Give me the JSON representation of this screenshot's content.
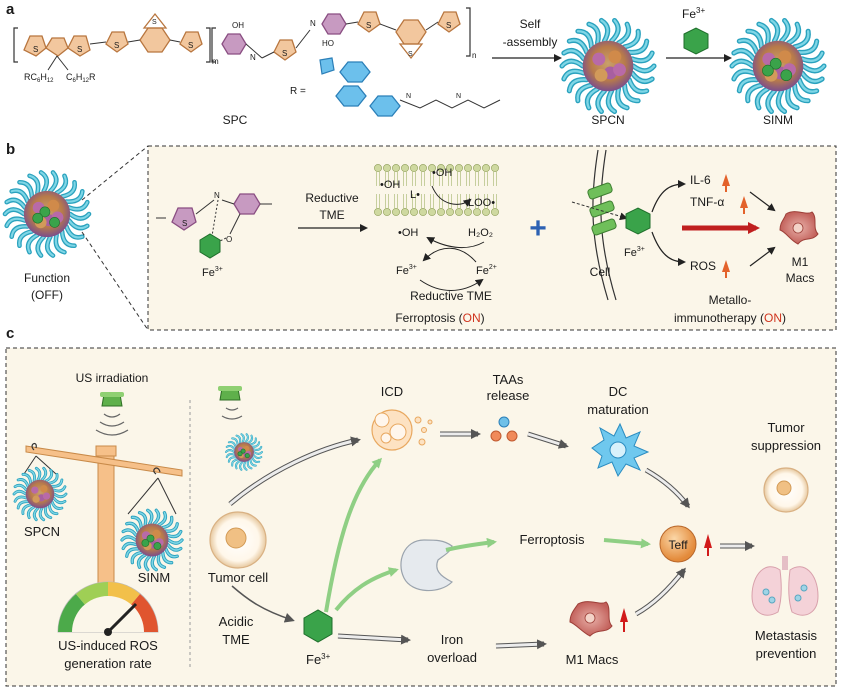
{
  "panel_a": {
    "label": "a",
    "polymer_name": "SPC",
    "r_side_left": "RC",
    "r_sub_6a": "6",
    "h_left": "H",
    "sub12a": "12",
    "c_mid": "C",
    "sub6b": "6",
    "h_mid": "H",
    "sub12b": "12",
    "r_end": "R",
    "oh_top": "OH",
    "oh_bottom": "HO",
    "n_top": "N",
    "n_bottom": "N",
    "m_sub": "m",
    "n_sub": "n",
    "r_eq": "R =",
    "self_assembly_1": "Self",
    "self_assembly_2": "-assembly",
    "spcn_label": "SPCN",
    "fe_label": "Fe",
    "fe_sup": "3+",
    "sinm_label": "SINM"
  },
  "panel_b": {
    "label": "b",
    "function_1": "Function",
    "function_2": "(OFF)",
    "fe_label": "Fe",
    "fe_sup": "3+",
    "reductive_1": "Reductive",
    "reductive_2": "TME",
    "oh_radical_1": "•OH",
    "oh_radical_2": "•OH",
    "l_radical": "L•",
    "loo_radical": "LOO•",
    "oh_radical_3": "•OH",
    "h2o2": "H₂O₂",
    "fe3_eq": "Fe",
    "fe3_eq_sup": "3+",
    "fe2_eq": "Fe",
    "fe2_eq_sup": "2+",
    "reductive_tme": "Reductive TME",
    "ferroptosis": "Ferroptosis (",
    "on_1": "ON",
    "close_paren_1": ")",
    "cell": "Cell",
    "fe_cell": "Fe",
    "fe_cell_sup": "3+",
    "il6": "IL-6",
    "tnf": "TNF-α",
    "ros": "ROS",
    "m1": "M1",
    "macs": "Macs",
    "metallo_1": "Metallo-",
    "metallo_2": "immunotherapy (",
    "on_2": "ON",
    "close_paren_2": ")"
  },
  "panel_c": {
    "label": "c",
    "us_irradiation": "US irradiation",
    "spcn": "SPCN",
    "sinm": "SINM",
    "us_rate_1": "US-induced ROS",
    "us_rate_2": "generation rate",
    "tumor_cell": "Tumor cell",
    "acidic_1": "Acidic",
    "acidic_2": "TME",
    "fe": "Fe",
    "fe_sup": "3+",
    "icd": "ICD",
    "taas_1": "TAAs",
    "taas_2": "release",
    "dc_1": "DC",
    "dc_2": "maturation",
    "ferroptosis": "Ferroptosis",
    "teff": "Teff",
    "iron_1": "Iron",
    "iron_2": "overload",
    "m1_macs": "M1 Macs",
    "tumor_supp_1": "Tumor",
    "tumor_supp_2": "suppression",
    "metastasis_1": "Metastasis",
    "metastasis_2": "prevention"
  },
  "colors": {
    "thiophene": "#e8a978",
    "thiophene_stroke": "#b8763f",
    "phenyl": "#a8659e",
    "dbco": "#3b9fd9",
    "panel_bg": "#fbf6e9",
    "green_fe": "#3aa34a",
    "arm_cyan": "#3fb6c9",
    "accent_red": "#d0341e"
  }
}
